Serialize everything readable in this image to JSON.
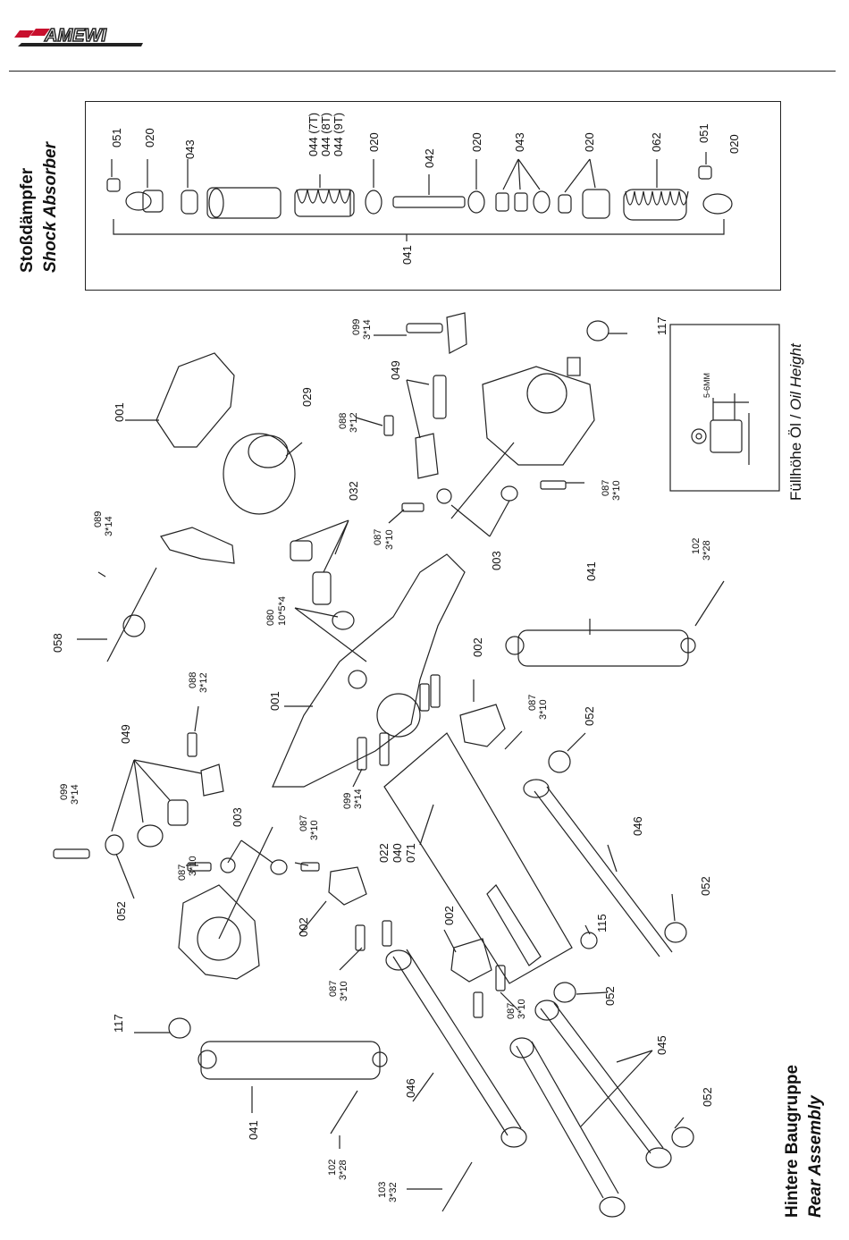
{
  "brand": {
    "logo_text": "AMEWI"
  },
  "shock_section": {
    "title_de": "Stoßdämpfer",
    "title_en": "Shock Absorber"
  },
  "rear_section": {
    "title_de": "Hintere Baugruppe",
    "title_en": "Rear Assembly"
  },
  "oil_height": {
    "prefix": "Füllhöhe Öl / ",
    "italic": "Oil Height",
    "dim": "5-6MM"
  },
  "shock_labels": [
    "051",
    "020",
    "043",
    "044 (7T)",
    "044 (8T)",
    "044 (9T)",
    "020",
    "042",
    "020",
    "043",
    "020",
    "062",
    "051",
    "020",
    "041"
  ],
  "part_labels": {
    "p117a": "117",
    "p001a": "001",
    "p029": "029",
    "p099a": "099",
    "p099a_size": "3*14",
    "p049a": "049",
    "p088a": "088",
    "p088a_size": "3*12",
    "p032": "032",
    "p089": "089",
    "p089_size": "3*14",
    "p058": "058",
    "p080": "080",
    "p080_size": "10*5*4",
    "p087a": "087",
    "p087a_size": "3*10",
    "p003a": "003",
    "p087b": "087",
    "p087b_size": "3*10",
    "p041a": "041",
    "p102a": "102",
    "p102a_size": "3*28",
    "p002a": "002",
    "p001b": "001",
    "p087c": "087",
    "p087c_size": "3*10",
    "p052a": "052",
    "p088b": "088",
    "p088b_size": "3*12",
    "p049b": "049",
    "p099b": "099",
    "p099b_size": "3*14",
    "p003b": "003",
    "p087d": "087",
    "p087d_size": "3*10",
    "p087e": "087",
    "p087e_size": "3*10",
    "p022": "022",
    "p040": "040",
    "p071": "071",
    "p046a": "046",
    "p052b": "052",
    "p052c": "052",
    "p002b": "002",
    "p002c": "002",
    "p087f": "087",
    "p087f_size": "3*10",
    "p115": "115",
    "p087g": "087",
    "p087g_size": "3*10",
    "p052d": "052",
    "p117b": "117",
    "p041b": "041",
    "p046b": "046",
    "p045": "045",
    "p052e": "052",
    "p102b": "102",
    "p102b_size": "3*28",
    "p103": "103",
    "p103_size": "3*32",
    "p099c": "099",
    "p099c_size": "3*14"
  }
}
